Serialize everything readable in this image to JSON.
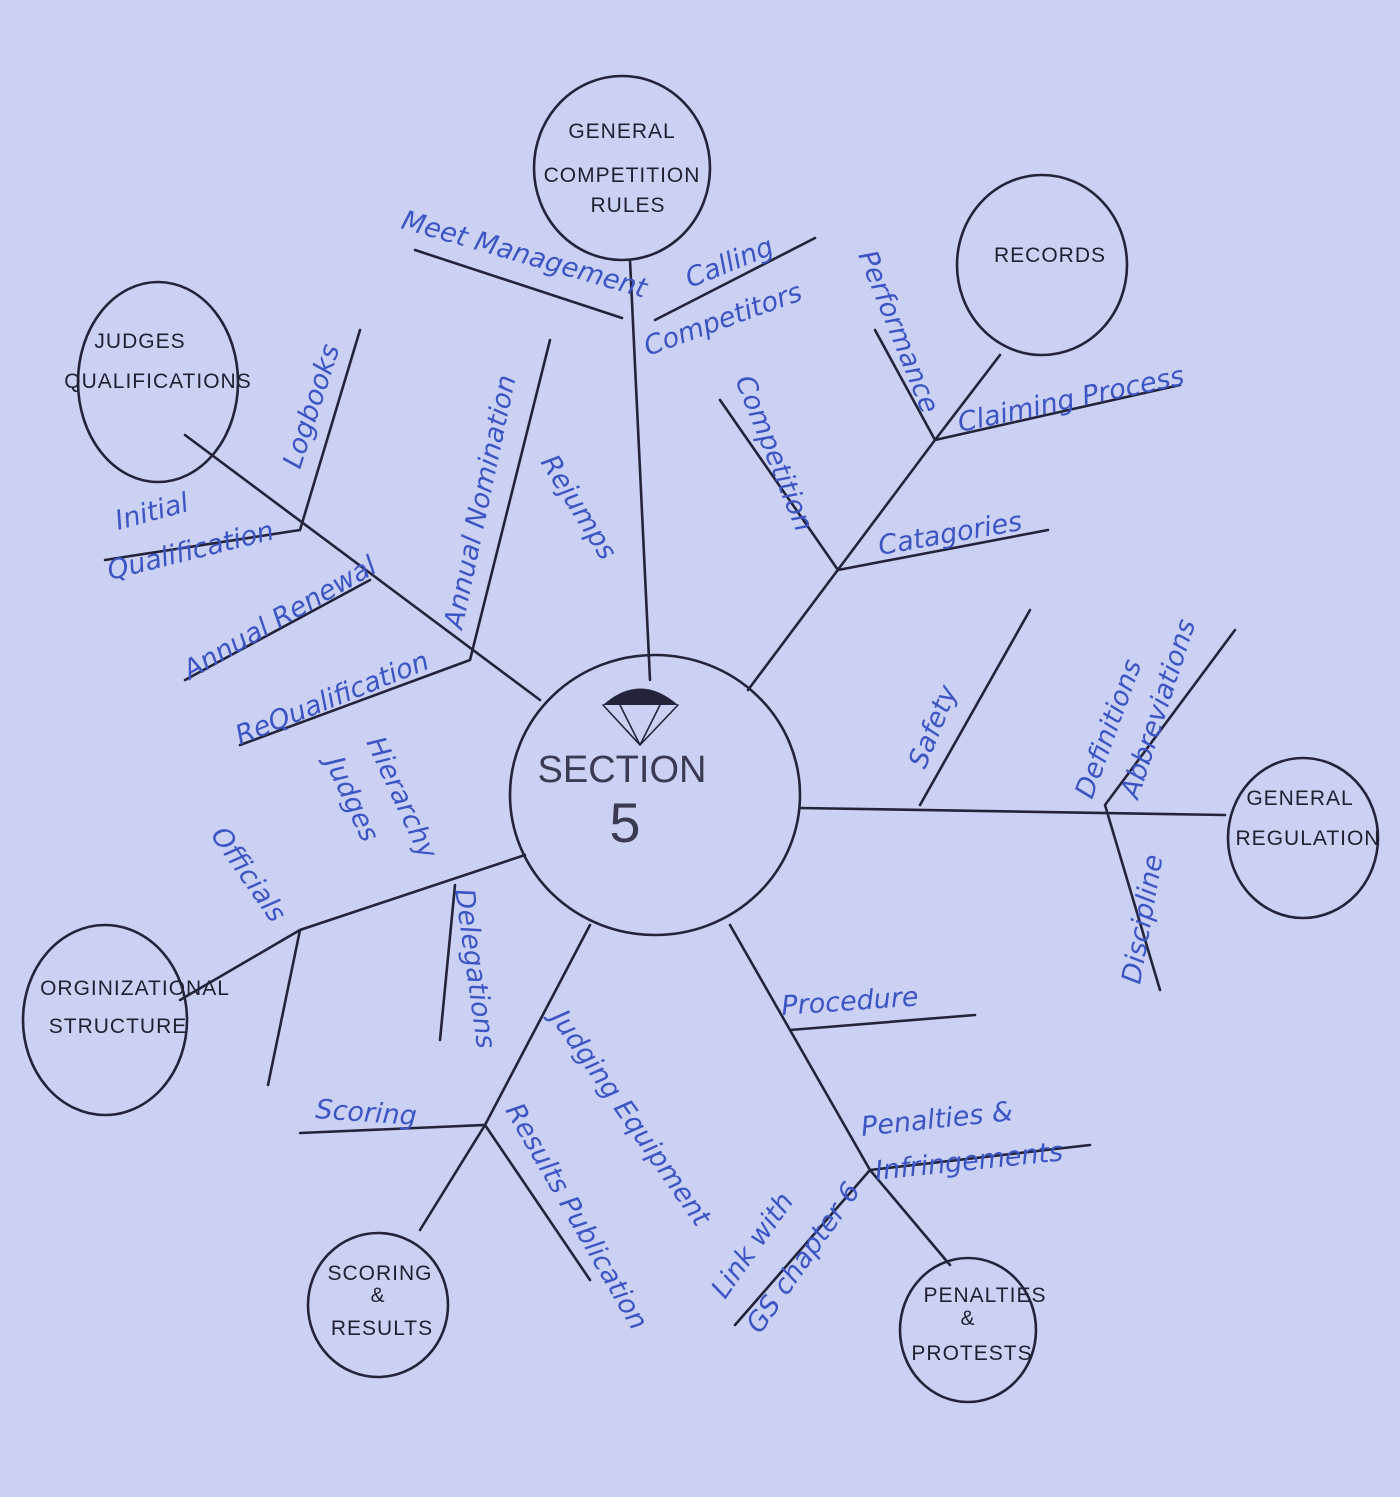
{
  "center": {
    "title": "SECTION",
    "number": "5",
    "icon": "parachute-icon"
  },
  "nodes": {
    "general_competition_rules": {
      "lines": [
        "GENERAL",
        "COMPETITION",
        "RULES"
      ],
      "branches": [
        "Meet Management",
        "Calling",
        "Competitors",
        "Rejumps"
      ]
    },
    "records": {
      "lines": [
        "RECORDS"
      ],
      "branches": [
        "Performance",
        "Claiming Process",
        "Competition",
        "Catagories"
      ]
    },
    "judges_qualifications": {
      "lines": [
        "JUDGES",
        "QUALIFICATIONS"
      ],
      "branches": [
        "Logbooks",
        "Initial",
        "Qualification",
        "Annual Renewal",
        "ReQualification",
        "Annual Nomination"
      ]
    },
    "general_regulation": {
      "lines": [
        "GENERAL",
        "REGULATION"
      ],
      "branches": [
        "Safety",
        "Definitions",
        "Abbreviations",
        "Discipline"
      ]
    },
    "organizational_structure": {
      "lines": [
        "ORGINIZATIONAL",
        "STRUCTURE"
      ],
      "branches": [
        "Officials",
        "Hierarchy",
        "Judges",
        "Delegations"
      ]
    },
    "scoring_results": {
      "lines": [
        "SCORING",
        "&",
        "RESULTS"
      ],
      "branches": [
        "Scoring",
        "Results Publication",
        "Judging Equipment"
      ]
    },
    "penalties_protests": {
      "lines": [
        "PENALTIES",
        "&",
        "PROTESTS"
      ],
      "branches": [
        "Procedure",
        "Penalties &",
        "Infringements",
        "Link with",
        "GS chapter 6"
      ]
    }
  },
  "colors": {
    "paper": "#cbd1f2",
    "ink": "#23243a",
    "marker": "#3d55c4"
  }
}
